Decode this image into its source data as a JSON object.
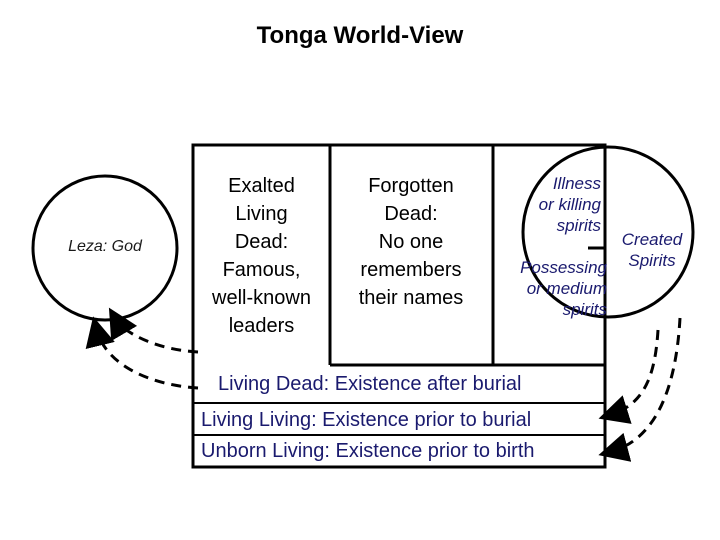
{
  "title": "Tonga World-View",
  "god_circle": {
    "label": "Leza: God"
  },
  "columns": {
    "exalted": "Exalted\nLiving\nDead:\nFamous,\nwell-known\nleaders",
    "forgotten": "Forgotten\nDead:\nNo one\nremembers\ntheir names"
  },
  "spirits": {
    "illness": "Illness\nor killing\nspirits",
    "possessing": "Possessing\nor medium\nspirits",
    "created": "Created\nSpirits"
  },
  "rows": {
    "living_dead": "Living Dead: Existence after burial",
    "living_living": "Living Living: Existence prior to burial",
    "unborn_living": "Unborn Living: Existence prior to birth"
  },
  "colors": {
    "lines": "#000000",
    "god_text": "#1a1a1a",
    "row_text": "#1a1a6e",
    "spirit_text": "#1a1a6e"
  }
}
